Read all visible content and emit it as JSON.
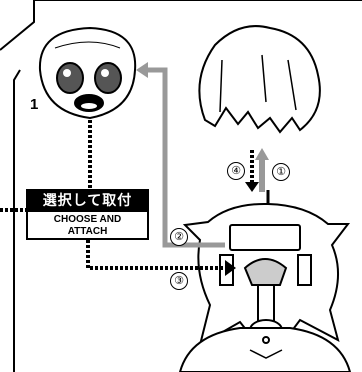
{
  "label": {
    "jp": "選択して取付",
    "en": "CHOOSE AND\nATTACH"
  },
  "part_number": "1",
  "steps": [
    "①",
    "②",
    "③",
    "④"
  ]
}
